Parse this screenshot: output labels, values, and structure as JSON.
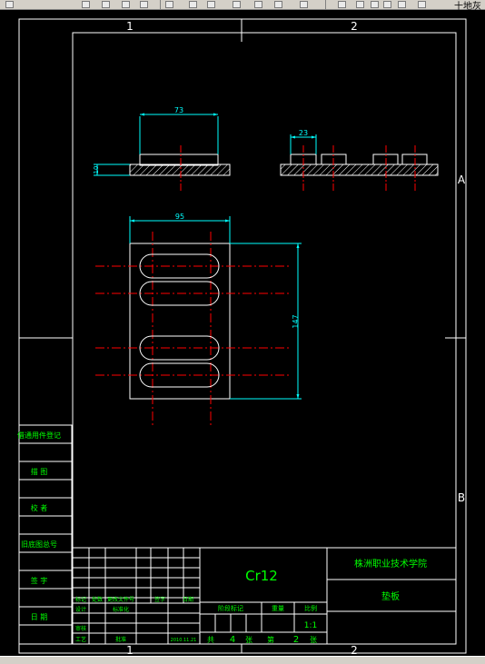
{
  "toolbar": {
    "right_label": "十地灰"
  },
  "frame": {
    "column_marks": [
      "1",
      "2"
    ],
    "row_marks": [
      "A",
      "B"
    ]
  },
  "dimensions": {
    "top_left_width": "73",
    "top_left_height": "10",
    "top_right_width": "23",
    "plan_width": "95",
    "plan_height": "147"
  },
  "left_strip": {
    "cells": [
      "借通用件登记",
      "描 图",
      "校 者",
      "旧底图总号",
      "签 字",
      "日 期"
    ]
  },
  "title_block": {
    "material": "Cr12",
    "school": "株洲职业技术学院",
    "part_name": "垫板",
    "scale": "1:1",
    "stage_header": "阶段标记",
    "weight_header": "重量",
    "scale_header": "比例",
    "sheet_total": "4",
    "sheet_no": "2",
    "change_headers": [
      "标记",
      "处数",
      "更改文件号",
      "签字",
      "日期"
    ],
    "design_label": "设计",
    "standardization_label": "标准化",
    "review_label": "审核",
    "process_label": "工艺",
    "approve_label": "批准",
    "date_value": "2010.11.21",
    "sheets_label": "共",
    "sheet_unit": "张",
    "sheet_no_label": "第"
  }
}
